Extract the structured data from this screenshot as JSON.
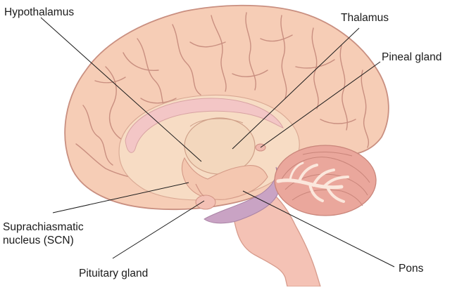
{
  "labels": {
    "hypothalamus": "Hypothalamus",
    "thalamus": "Thalamus",
    "pineal_gland": "Pineal gland",
    "scn_line1": "Suprachiasmatic",
    "scn_line2": "nucleus (SCN)",
    "pituitary_gland": "Pituitary gland",
    "pons": "Pons"
  },
  "colors": {
    "cortex": "#f6cdb6",
    "cortex_outline": "#c98f80",
    "inner_brain": "#f7dcc4",
    "corpus_callosum": "#f3c6c6",
    "brainstem": "#f4c2b5",
    "cerebellum_dark": "#eaa79c",
    "cerebellum_light": "#fbe7dc",
    "ventricle_band": "#c9a3c4"
  }
}
